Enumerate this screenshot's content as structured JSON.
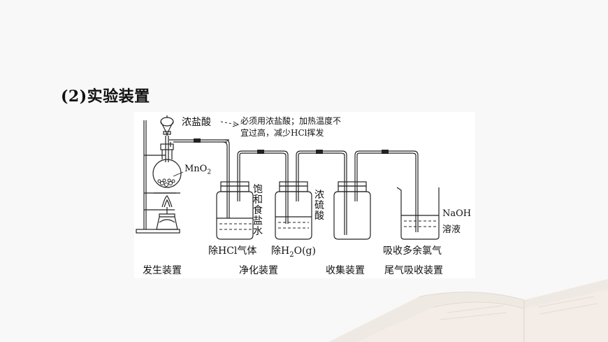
{
  "heading": "(2)实验装置",
  "labels": {
    "conc_hcl": "浓盐酸",
    "note_line1": "必须用浓盐酸；加热温度不",
    "note_line2": "宜过高，减少HCl挥发",
    "mno2": "MnO",
    "mno2_sub": "2",
    "saturated_brine": "饱和食盐水",
    "conc_h2so4": "浓硫酸",
    "naoh_line1": "NaOH",
    "naoh_line2": "溶液",
    "remove_hcl": "除HCl气体",
    "remove_h2o_prefix": "除H",
    "remove_h2o_sub": "2",
    "remove_h2o_suffix": "O(g)",
    "absorb_cl2": "吸收多余氯气",
    "generation": "发生装置",
    "purification": "净化装置",
    "collection": "收集装置",
    "tail_gas": "尾气吸收装置"
  },
  "colors": {
    "line": "#222222",
    "liquid_dash": "#333333",
    "panel": "#ffffff"
  }
}
